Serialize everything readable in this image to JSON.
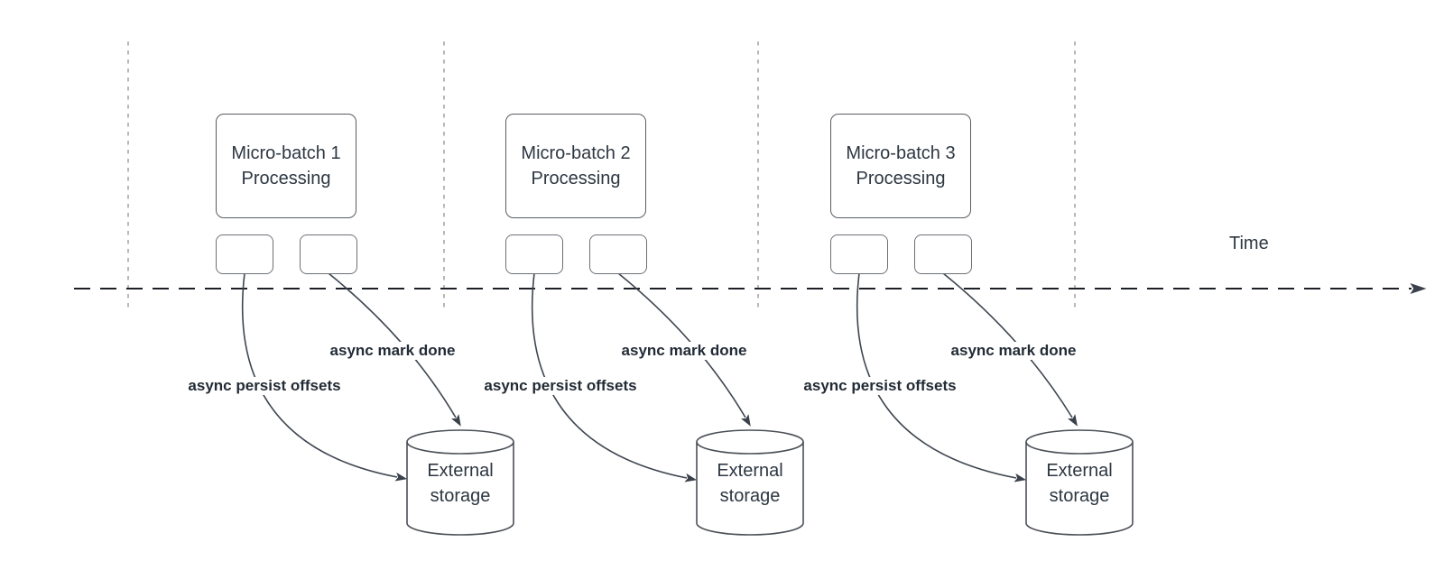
{
  "diagram": {
    "timeline": {
      "label": "Time"
    },
    "batches": [
      {
        "title": "Micro-batch 1 Processing",
        "persist_label": "async persist offsets",
        "done_label": "async mark done",
        "storage_label": "External storage"
      },
      {
        "title": "Micro-batch 2 Processing",
        "persist_label": "async persist offsets",
        "done_label": "async mark done",
        "storage_label": "External storage"
      },
      {
        "title": "Micro-batch 3 Processing",
        "persist_label": "async persist offsets",
        "done_label": "async mark done",
        "storage_label": "External storage"
      }
    ],
    "colors": {
      "background": "#ffffff",
      "text": "#2d3742",
      "bold_label_text": "#222b36",
      "connector_line": "#3f4650",
      "arrowhead": "#3a414b",
      "box_border": "#585d63",
      "small_box_border": "#6b7076",
      "cylinder_border": "#4b5057",
      "guide_line": "#a6a6a6",
      "timeline_line": "#1c2026"
    }
  }
}
